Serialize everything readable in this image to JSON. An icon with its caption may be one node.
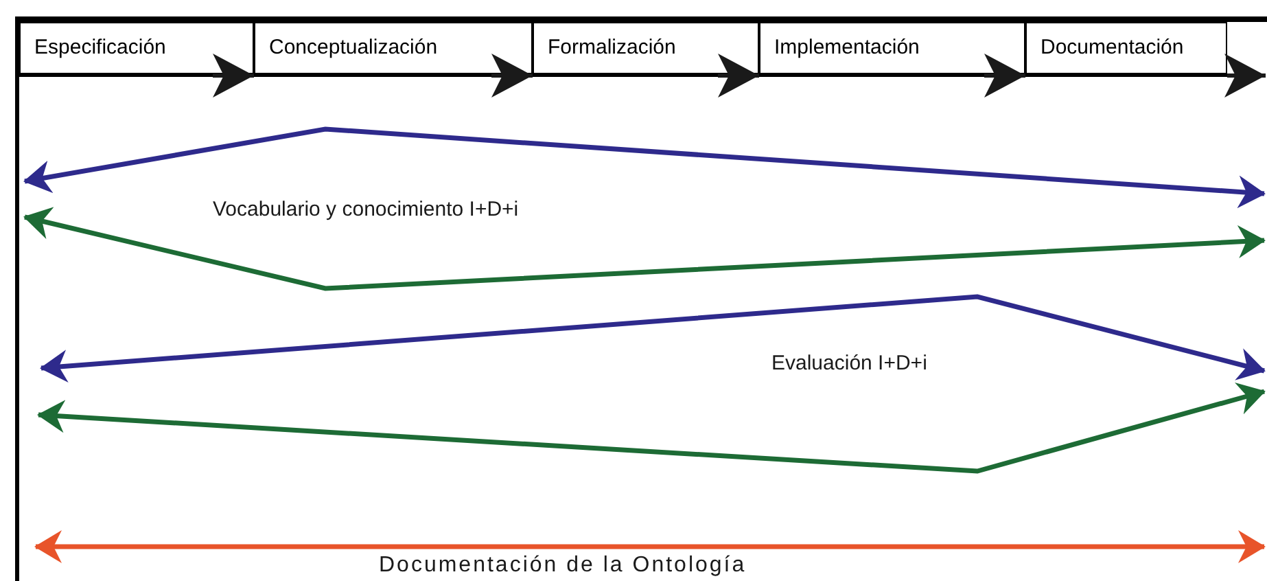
{
  "diagram": {
    "nodes": [
      {
        "text": [
          "Especificación"
        ]
      },
      {
        "text": [
          "Conceptualización"
        ]
      },
      {
        "text": [
          "Formalización"
        ]
      },
      {
        "text": [
          "Implementación"
        ]
      },
      {
        "text": [
          "Documentación"
        ]
      }
    ],
    "edges": [
      {
        "from": 0,
        "to": 1,
        "arrow": "to"
      },
      {
        "from": 1,
        "to": 2,
        "arrow": "to"
      },
      {
        "from": 2,
        "to": 3,
        "arrow": "to"
      },
      {
        "from": 3,
        "to": 4,
        "arrow": "to"
      },
      {
        "from": 4,
        "to": null,
        "arrow": "to"
      }
    ],
    "labels": [
      "Vocabulario y conocimiento I+D+i",
      "Evaluación I+D+i",
      "Documentación de la Ontología"
    ]
  }
}
